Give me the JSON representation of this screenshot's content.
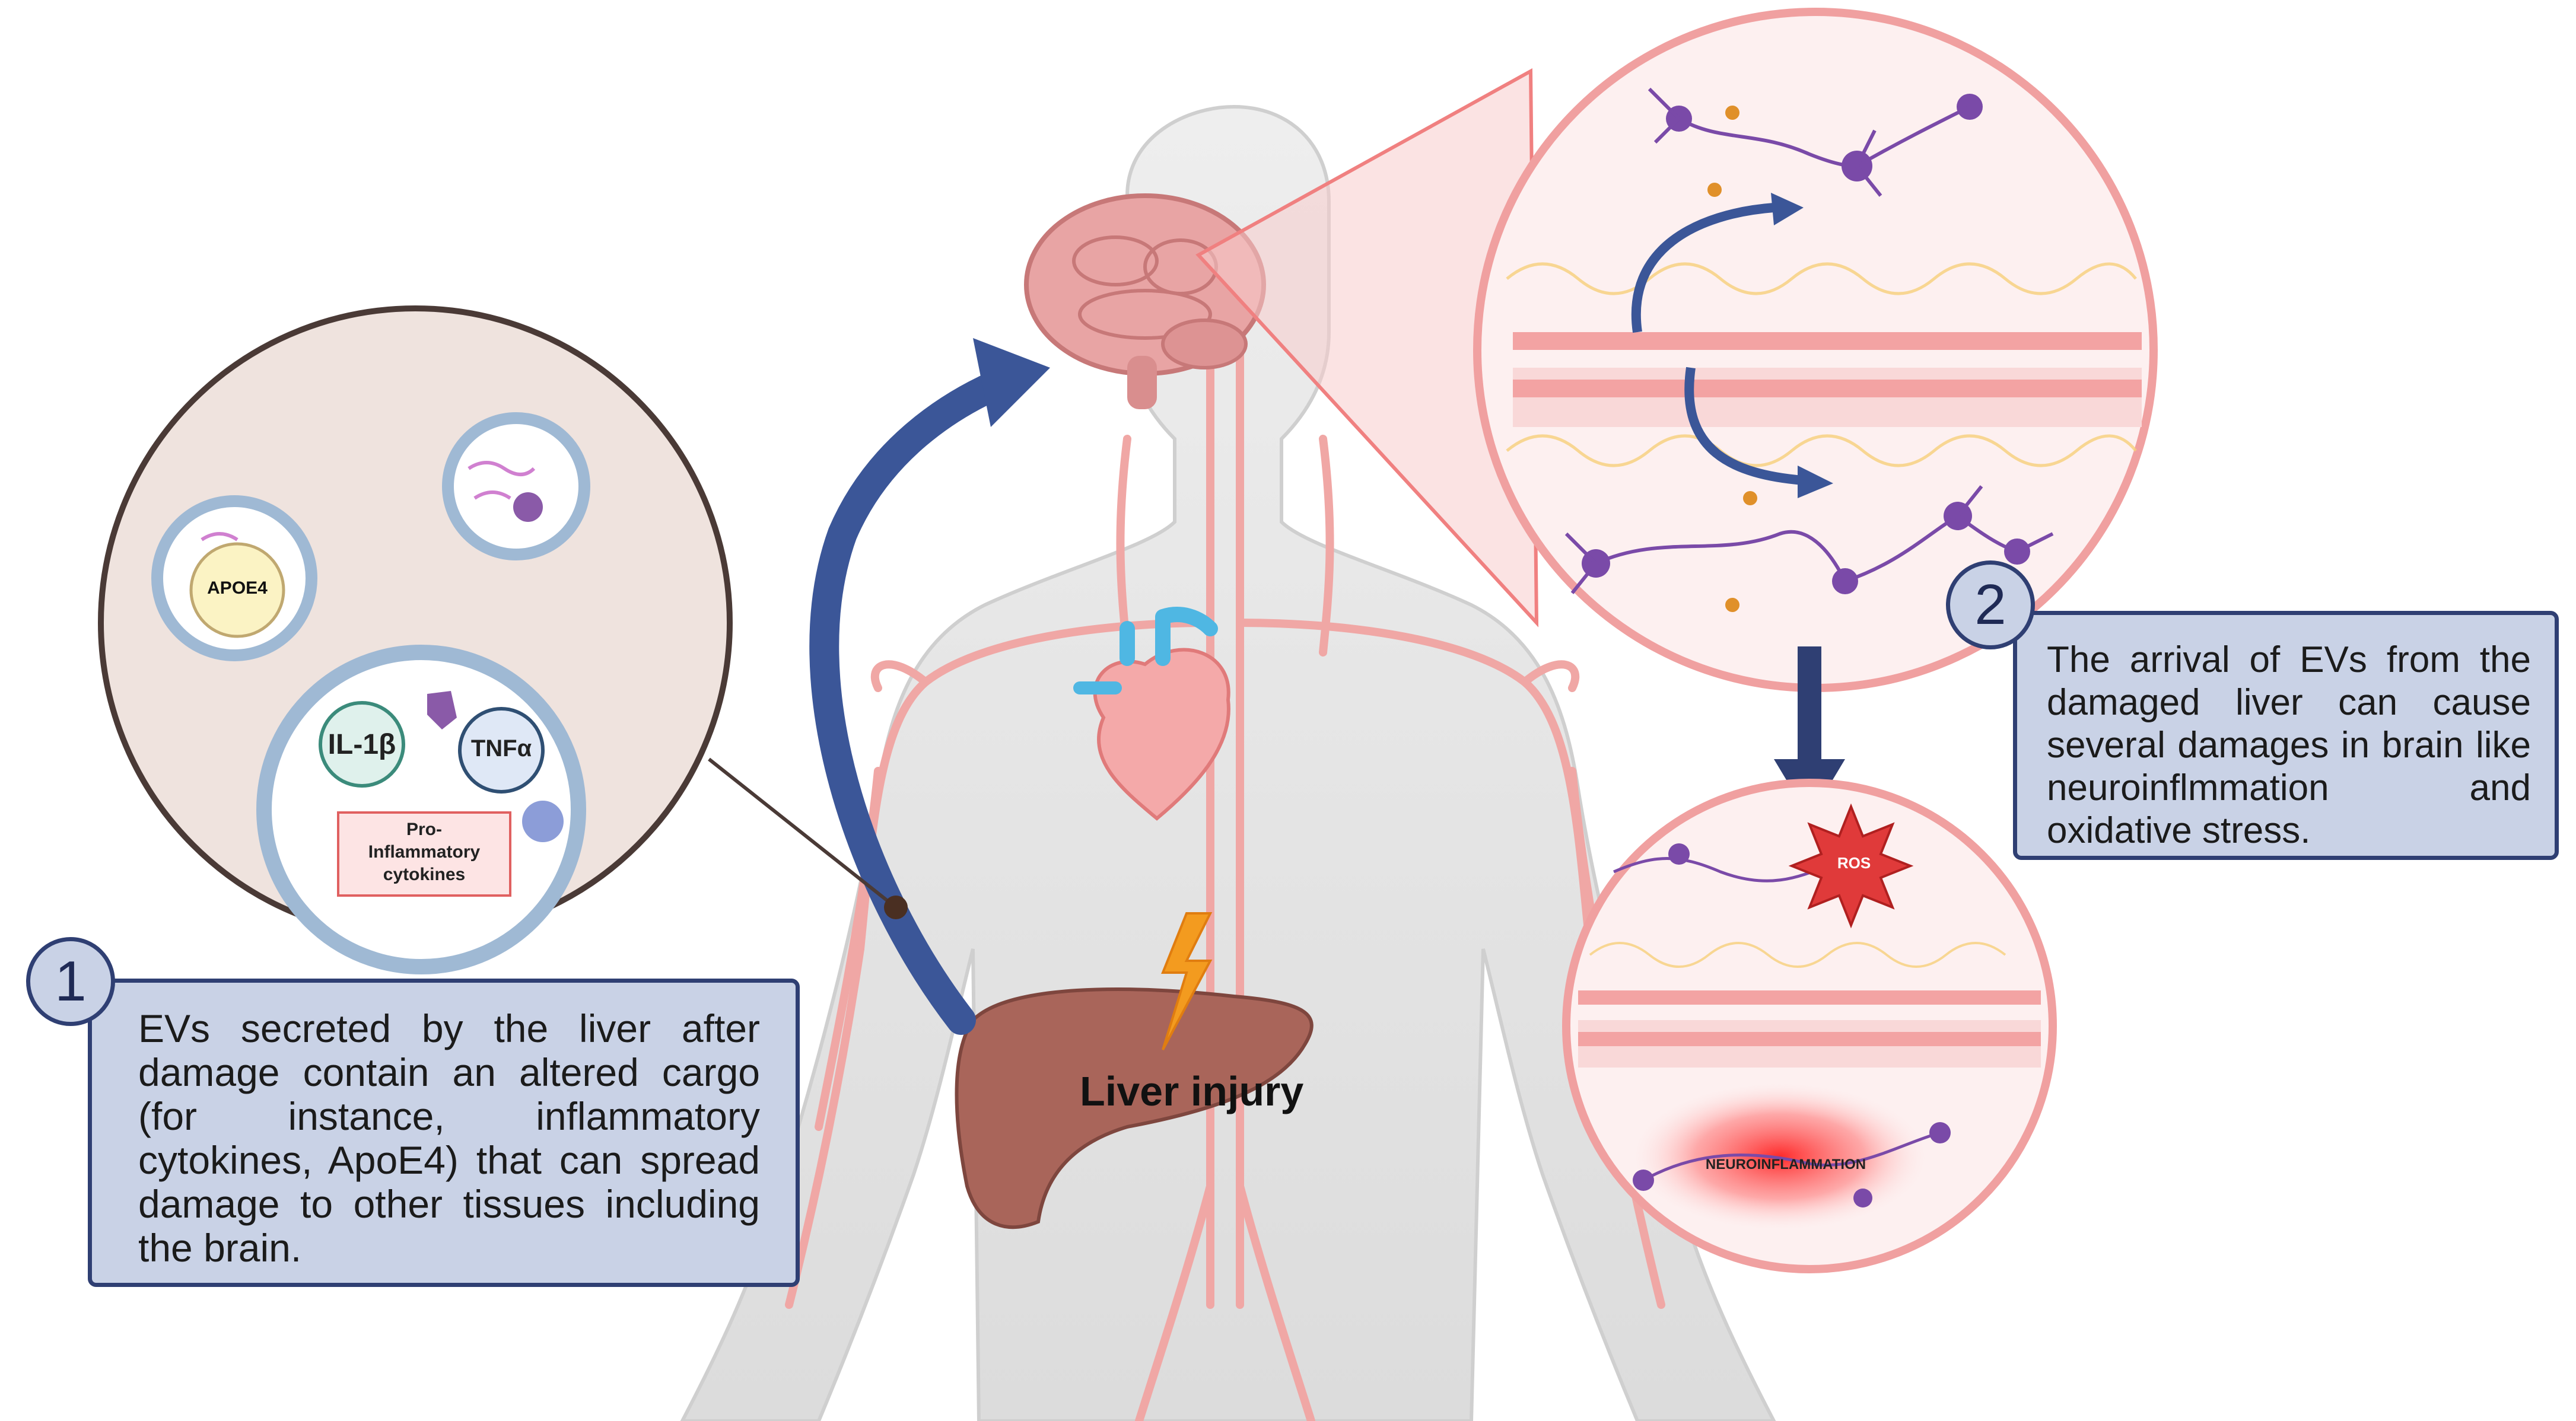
{
  "step1": {
    "number": "1",
    "text": "EVs secreted by the liver after damage contain an altered cargo (for instance, inflammatory cytokines, ApoE4) that can spread damage to other tissues including the brain."
  },
  "step2": {
    "number": "2",
    "text": "The arrival of EVs from the damaged liver can cause several damages in brain like neuroinflmmation and oxidative stress."
  },
  "vesicle_labels": {
    "apoe4": "APOE4",
    "il1b": "IL-1β",
    "tnfa": "TNFα",
    "cytokines": "Pro-\nInflammatory\ncytokines"
  },
  "organ_labels": {
    "liver_injury": "Liver injury",
    "ros": "ROS",
    "neuroinflammation": "NEUROINFLAMMATION"
  },
  "colors": {
    "box_fill": "#c9d2e6",
    "box_border": "#2f3f73",
    "arrow_blue": "#3b5698",
    "vessel_red": "#f0a7a5",
    "liver_brown": "#a9655a",
    "brain_pink": "#e8a4a4",
    "neuron_purple": "#7a4aa8"
  }
}
